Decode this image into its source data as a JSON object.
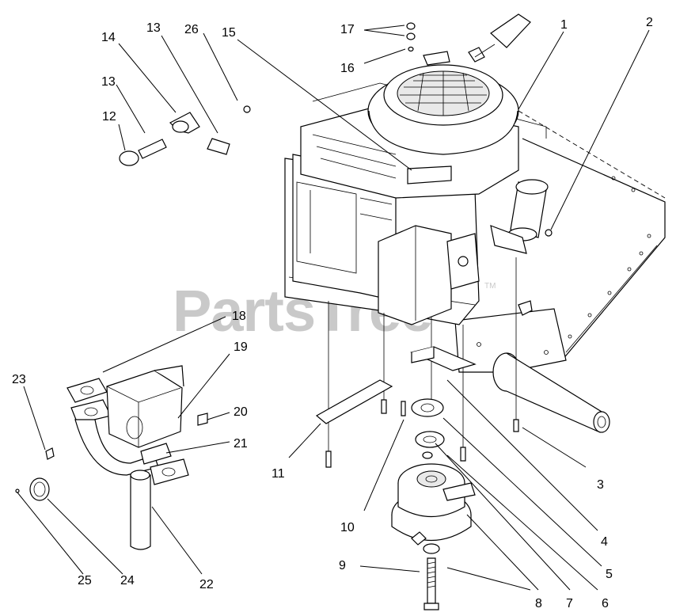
{
  "watermark": {
    "text": "PartsTree",
    "tm": "TM"
  },
  "callouts": {
    "c1": "1",
    "c2": "2",
    "c3": "3",
    "c4": "4",
    "c5": "5",
    "c6": "6",
    "c7": "7",
    "c8": "8",
    "c9": "9",
    "c10": "10",
    "c11": "11",
    "c12": "12",
    "c13a": "13",
    "c13b": "13",
    "c14": "14",
    "c15": "15",
    "c16": "16",
    "c17": "17",
    "c18": "18",
    "c19": "19",
    "c20": "20",
    "c21": "21",
    "c22": "22",
    "c23": "23",
    "c24": "24",
    "c25": "25",
    "c26": "26"
  }
}
